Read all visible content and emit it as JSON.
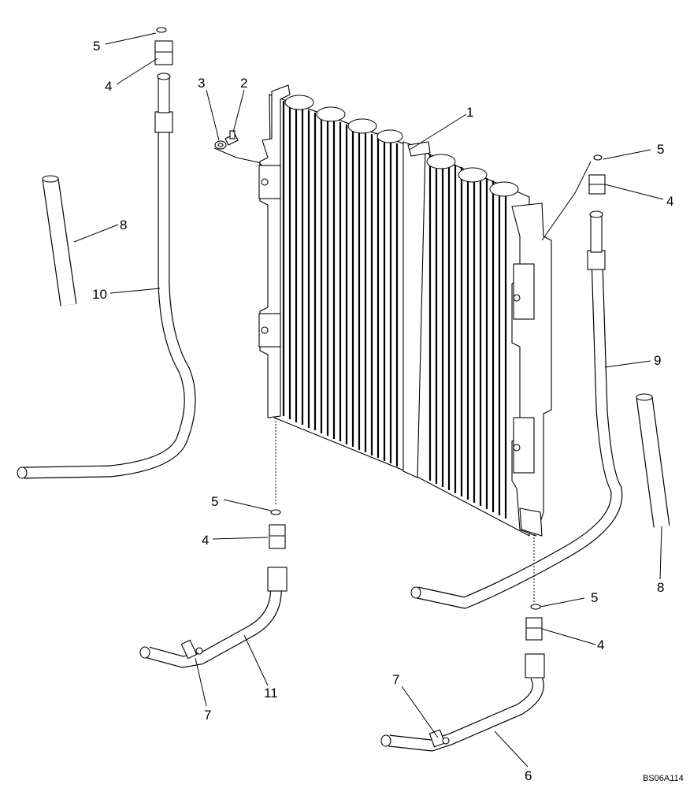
{
  "callouts": {
    "c1": "1",
    "c2": "2",
    "c3": "3",
    "c4a": "4",
    "c4b": "4",
    "c4c": "4",
    "c4d": "4",
    "c5a": "5",
    "c5b": "5",
    "c5c": "5",
    "c5d": "5",
    "c6": "6",
    "c7a": "7",
    "c7b": "7",
    "c8a": "8",
    "c8b": "8",
    "c9": "9",
    "c10": "10",
    "c11": "11"
  },
  "drawing_code": "BS06A114"
}
